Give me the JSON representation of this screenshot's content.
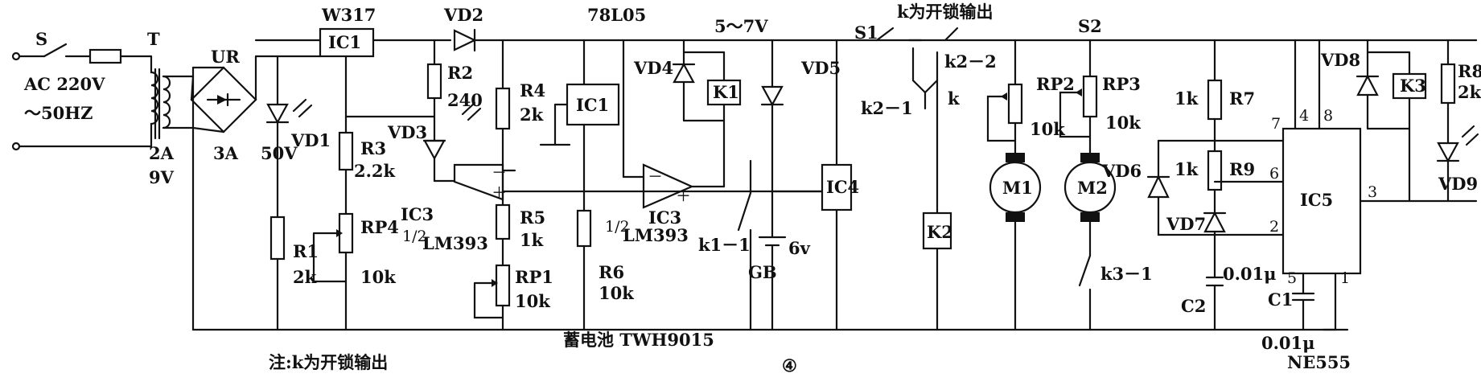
{
  "diagram": {
    "labels": {
      "switch_s": "S",
      "transformer": "T",
      "ac_source": "AC 220V",
      "freq": "～50HZ",
      "trafo_current": "2A",
      "trafo_voltage": "9V",
      "rectifier": "UR",
      "rect_current": "3A",
      "rect_voltage": "50V",
      "ic1_top_part": "W317",
      "ic1_top": "IC1",
      "vd2": "VD2",
      "reg_part": "78L05",
      "ic1_reg": "IC1",
      "out_voltage": "5～7V",
      "s1": "S1",
      "k_note_top": "k为开锁输出",
      "s2": "S2",
      "vd1": "VD1",
      "r3": "R3",
      "r3_val": "2.2k",
      "rp4": "RP4",
      "rp4_val": "10k",
      "r1": "R1",
      "r1_val": "2k",
      "r2": "R2",
      "r2_val": "240",
      "vd3": "VD3",
      "ic3_left": "IC3",
      "half_left": "1/2",
      "lm393_left": "LM393",
      "r4": "R4",
      "r4_val": "2k",
      "r5": "R5",
      "r5_val": "1k",
      "rp1": "RP1",
      "rp1_val": "10k",
      "r6": "R6",
      "r6_val": "10k",
      "ic3_right": "IC3",
      "half_right": "1/2",
      "lm393_right": "LM393",
      "vd4": "VD4",
      "k1": "K1",
      "vd5": "VD5",
      "k1_1": "k1－1",
      "gb": "GB",
      "gb_val": "6v",
      "ic4": "IC4",
      "k2_2": "k2－2",
      "k2_1": "k2－1",
      "k": "k",
      "k2": "K2",
      "rp2": "RP2",
      "rp2_val": "10k",
      "m1": "M1",
      "rp3": "RP3",
      "rp3_val": "10k",
      "m2": "M2",
      "vd6": "VD6",
      "k3_1": "k3－1",
      "r7_val": "1k",
      "r7": "R7",
      "r9_val": "1k",
      "r9": "R9",
      "vd7": "VD7",
      "c2": "C2",
      "c2_val": "0.01μ",
      "ic5": "IC5",
      "pin7": "7",
      "pin4": "4",
      "pin8": "8",
      "pin6": "6",
      "pin2": "2",
      "pin5": "5",
      "pin1": "1",
      "pin3": "3",
      "c1": "C1",
      "c1_val": "0.01μ",
      "ne555": "NE555",
      "vd8": "VD8",
      "k3": "K3",
      "r8": "R8",
      "r8_val": "2k",
      "vd9": "VD9",
      "battery_caption": "蓄电池 TWH9015",
      "note": "注:k为开锁输出",
      "figure_no": "④"
    }
  }
}
